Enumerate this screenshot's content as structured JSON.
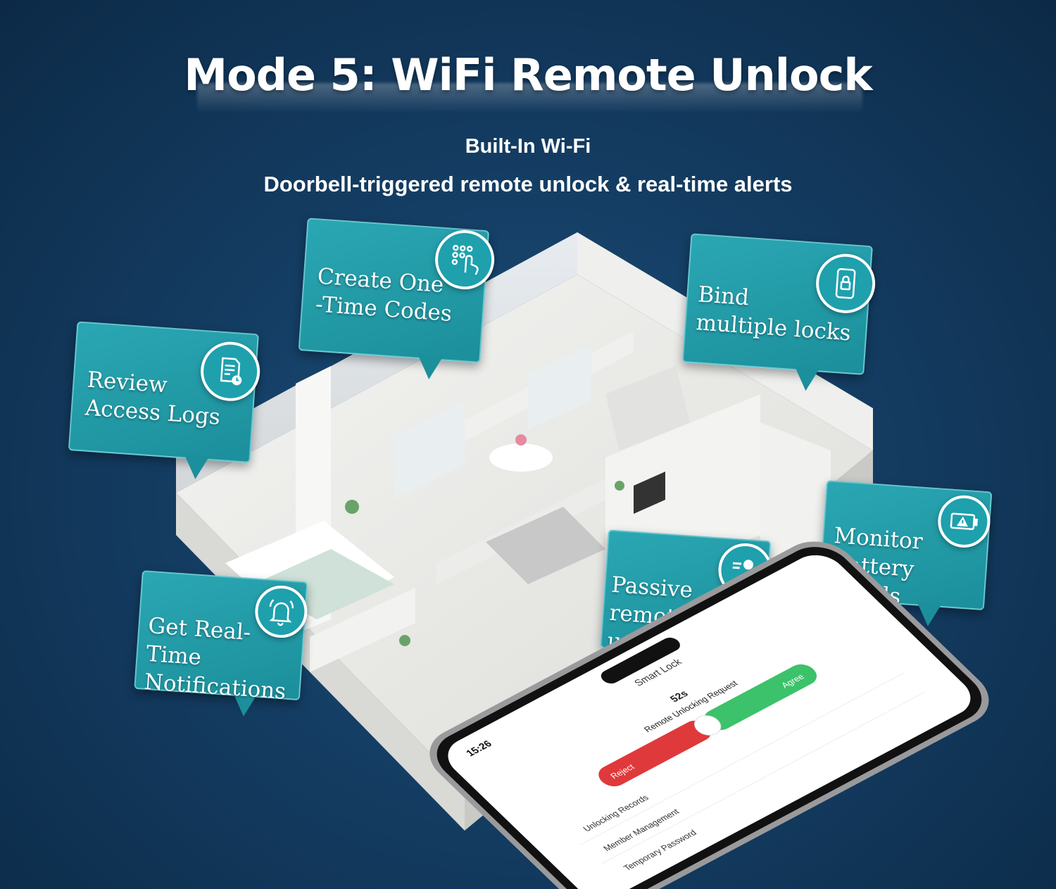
{
  "header": {
    "title": "Mode 5: WiFi Remote Unlock",
    "subtitle_line1": "Built-In Wi-Fi",
    "subtitle_line2": "Doorbell-triggered remote unlock & real-time alerts"
  },
  "callouts": [
    {
      "id": "create-codes",
      "line1": "Create One",
      "line2": "-Time Codes",
      "icon": "keypad-touch-icon"
    },
    {
      "id": "review-logs",
      "line1": "Review",
      "line2": "Access Logs",
      "icon": "document-clock-icon"
    },
    {
      "id": "bind-locks",
      "line1": "Bind",
      "line2": "multiple locks",
      "icon": "phone-lock-icon"
    },
    {
      "id": "battery",
      "line1": "Monitor",
      "line2": "Battery Levels",
      "icon": "battery-warning-icon"
    },
    {
      "id": "passive-unlock",
      "line1": "Passive",
      "line2": "remote unlocking",
      "icon": "person-id-icon"
    },
    {
      "id": "notifications",
      "line1": "Get Real-Time",
      "line2": "Notifications",
      "icon": "bell-ringing-icon"
    }
  ],
  "phone": {
    "time": "15:26",
    "app_title": "Smart Lock",
    "countdown": "52s",
    "request_title": "Remote Unlocking Request",
    "reject_label": "Reject",
    "agree_label": "Agree",
    "menu": [
      {
        "label": "Unlocking Records"
      },
      {
        "label": "Member Management"
      },
      {
        "label": "Temporary Password"
      }
    ]
  },
  "colors": {
    "background": "#143d63",
    "callout": "#1b8f9b",
    "reject": "#e0393b",
    "agree": "#3cc26a"
  }
}
